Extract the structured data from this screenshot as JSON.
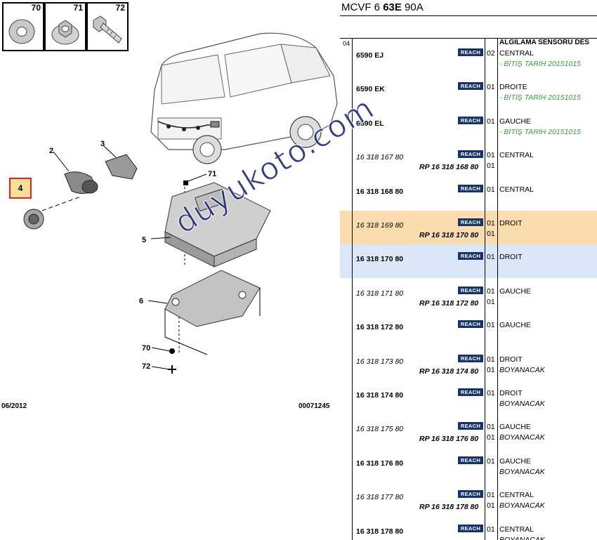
{
  "diagram": {
    "ref_boxes": [
      {
        "num": "70",
        "icon": "washer-icon"
      },
      {
        "num": "71",
        "icon": "nut-icon"
      },
      {
        "num": "72",
        "icon": "bolt-icon"
      }
    ],
    "callouts": {
      "c2": "2",
      "c3": "3",
      "c4": "4",
      "c5": "5",
      "c6": "6",
      "c71": "71",
      "c70": "70",
      "c72": "72"
    },
    "footer_date": "06/2012",
    "footer_code": "00071245"
  },
  "watermark": "duyukoto.com",
  "table": {
    "ref_prefix": "MCVF 6 ",
    "ref_bold": "63E",
    "ref_suffix": " 90A",
    "group_code": "04",
    "column_header": "ALGILAMA SENSÖRÜ DES",
    "reach_label": "REACH",
    "rows": [
      {
        "part": "6590 EJ",
        "style": "bold",
        "qty": "02",
        "desc": "CENTRAL",
        "rp": "",
        "qty2": "",
        "desc2": "- BİTİŞ TARİH 20151015",
        "desc2_style": "green",
        "bg": ""
      },
      {
        "part": "6590 EK",
        "style": "bold",
        "qty": "01",
        "desc": "DROITE",
        "rp": "",
        "qty2": "",
        "desc2": "- BİTİŞ TARİH 20151015",
        "desc2_style": "green",
        "bg": ""
      },
      {
        "part": "6590 EL",
        "style": "bold",
        "qty": "01",
        "desc": "GAUCHE",
        "rp": "",
        "qty2": "",
        "desc2": "- BİTİŞ TARİH 20151015",
        "desc2_style": "green",
        "bg": ""
      },
      {
        "part": "16 318 167 80",
        "style": "ital",
        "qty": "01",
        "desc": "CENTRAL",
        "rp": "RP 16 318 168 80",
        "qty2": "01",
        "desc2": "",
        "desc2_style": "",
        "bg": ""
      },
      {
        "part": "16 318 168 80",
        "style": "bold",
        "qty": "01",
        "desc": "CENTRAL",
        "rp": "",
        "qty2": "",
        "desc2": "",
        "desc2_style": "",
        "bg": ""
      },
      {
        "part": "16 318 169 80",
        "style": "ital",
        "qty": "01",
        "desc": "DROIT",
        "rp": "RP 16 318 170 80",
        "qty2": "01",
        "desc2": "",
        "desc2_style": "",
        "bg": "orange"
      },
      {
        "part": "16 318 170 80",
        "style": "bold",
        "qty": "01",
        "desc": "DROIT",
        "rp": "",
        "qty2": "",
        "desc2": "",
        "desc2_style": "",
        "bg": "blue"
      },
      {
        "part": "16 318 171 80",
        "style": "ital",
        "qty": "01",
        "desc": "GAUCHE",
        "rp": "RP 16 318 172 80",
        "qty2": "01",
        "desc2": "",
        "desc2_style": "",
        "bg": ""
      },
      {
        "part": "16 318 172 80",
        "style": "bold",
        "qty": "01",
        "desc": "GAUCHE",
        "rp": "",
        "qty2": "",
        "desc2": "",
        "desc2_style": "",
        "bg": ""
      },
      {
        "part": "16 318 173 80",
        "style": "ital",
        "qty": "01",
        "desc": "DROIT",
        "rp": "RP 16 318 174 80",
        "qty2": "01",
        "desc2": "BOYANACAK",
        "desc2_style": "ital",
        "bg": ""
      },
      {
        "part": "16 318 174 80",
        "style": "bold",
        "qty": "01",
        "desc": "DROIT",
        "rp": "",
        "qty2": "",
        "desc2": "BOYANACAK",
        "desc2_style": "ital",
        "bg": ""
      },
      {
        "part": "16 318 175 80",
        "style": "ital",
        "qty": "01",
        "desc": "GAUCHE",
        "rp": "RP 16 318 176 80",
        "qty2": "01",
        "desc2": "BOYANACAK",
        "desc2_style": "ital",
        "bg": ""
      },
      {
        "part": "16 318 176 80",
        "style": "bold",
        "qty": "01",
        "desc": "GAUCHE",
        "rp": "",
        "qty2": "",
        "desc2": "BOYANACAK",
        "desc2_style": "ital",
        "bg": ""
      },
      {
        "part": "16 318 177 80",
        "style": "ital",
        "qty": "01",
        "desc": "CENTRAL",
        "rp": "RP 16 318 178 80",
        "qty2": "01",
        "desc2": "BOYANACAK",
        "desc2_style": "ital",
        "bg": ""
      },
      {
        "part": "16 318 178 80",
        "style": "bold",
        "qty": "01",
        "desc": "CENTRAL",
        "rp": "",
        "qty2": "",
        "desc2": "BOYANACAK",
        "desc2_style": "ital",
        "bg": ""
      }
    ]
  }
}
